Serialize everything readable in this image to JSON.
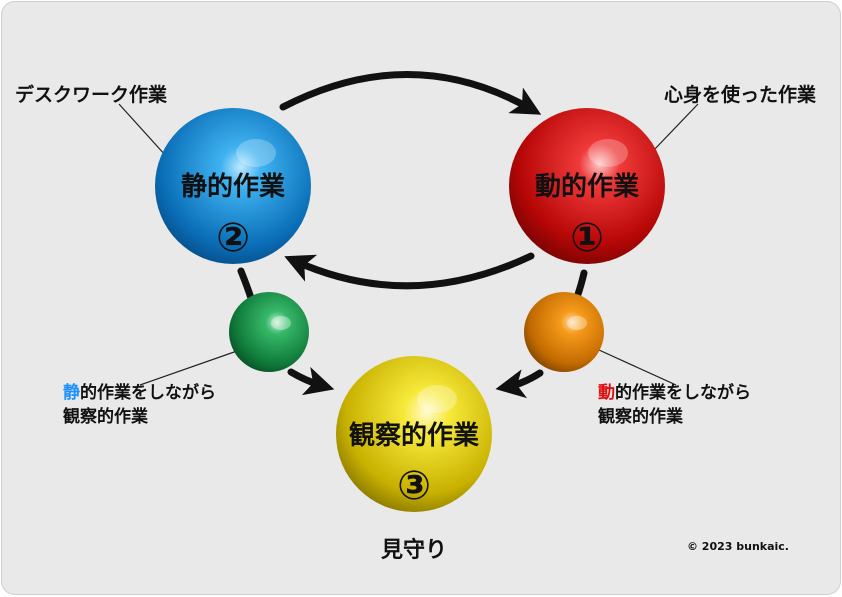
{
  "labels": {
    "desk_work": "デスクワーク作業",
    "body_work": "心身を使った作業",
    "static_ball_title": "静的作業",
    "static_ball_num": "②",
    "dynamic_ball_title": "動的作業",
    "dynamic_ball_num": "①",
    "observe_ball_title": "観察的作業",
    "observe_ball_num": "③",
    "green_note_highlight": "静",
    "green_note_rest": "的作業をしながら",
    "green_note_line2": "観察的作業",
    "orange_note_highlight": "動",
    "orange_note_rest": "的作業をしながら",
    "orange_note_line2": "観察的作業",
    "bottom_title": "見守り",
    "copyright": "© 2023 bunkaic."
  },
  "colors": {
    "background": "#e9e9e9",
    "static_blue": "#1a8ed6",
    "dynamic_red": "#d31414",
    "observe_yellow": "#e6d000",
    "connector_green": "#1c9a4c",
    "connector_orange": "#e07f00",
    "highlight_static": "#1e90ff",
    "highlight_dynamic": "#e01010",
    "arrow": "#111111"
  }
}
